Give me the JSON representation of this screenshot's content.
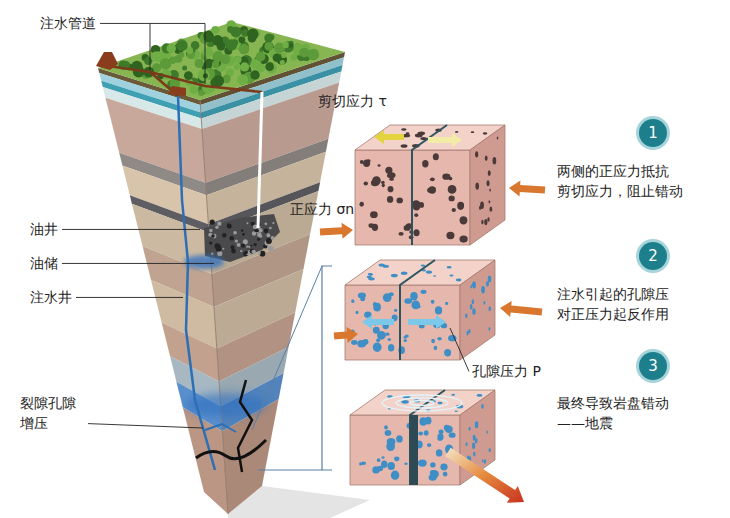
{
  "diagram": {
    "nodes": [
      {
        "text": [
          "1"
        ]
      },
      {
        "text": [
          "2"
        ]
      },
      {
        "text": [
          "3"
        ]
      }
    ],
    "labels": [
      "注水管道",
      "油井",
      "油储",
      "注水井",
      "裂隙孔隙 增压",
      "剪切应力 τ",
      "正应力 σn",
      "两侧的正应力抵抗 剪切应力，阻止错动",
      "注水引起的孔隙压 对正压力起反作用",
      "孔隙压力 P",
      "最终导致岩盘错动 ——地震"
    ]
  }
}
